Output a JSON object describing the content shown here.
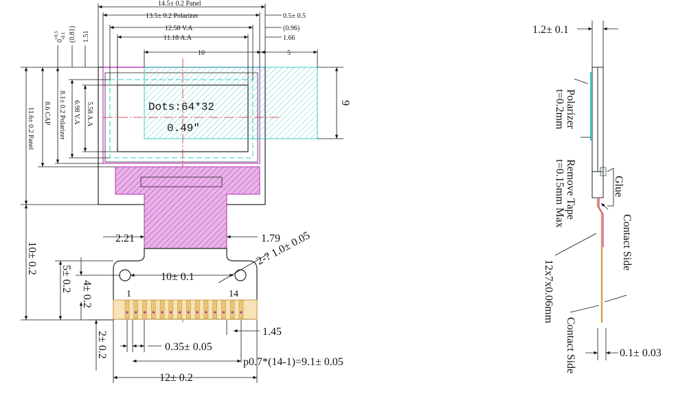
{
  "front_view": {
    "top_dims": {
      "panel": "14.5± 0.2 Panel",
      "polarizer": "13.5± 0.2 Polarizer",
      "va": "12.58 V.A",
      "aa": "11.18 A.A",
      "right_05": "0.5± 0.5",
      "right_096": "(0.96)",
      "right_166": "1.66",
      "ten": "10",
      "five": "5"
    },
    "left_dims": {
      "d151": "1.51",
      "d081": "(0.81)",
      "d0_tol": "0",
      "d0_plus": "+0.5",
      "d0_minus": "-0.1",
      "aa": "5.58 A.A",
      "va": "6.98 V.A",
      "polarizer": "8.1± 0.2 Polarizer",
      "cap": "8.6 CAP",
      "panel": "11.6± 0.2 Panel",
      "ten_fpc": "10± 0.2",
      "five": "5± 0.2",
      "four": "4± 0.2",
      "two": "2± 0.2"
    },
    "screen": {
      "dots": "Dots:64*32",
      "size": "0.49″",
      "nine": "9"
    },
    "fpc": {
      "d221": "2.21",
      "d179": "1.79",
      "hole": "2-? 1.0± 0.05",
      "holes_pitch": "10± 0.1",
      "pin_first": "1",
      "pin_last": "14",
      "d145": "1.45",
      "pin_width": "0.35± 0.05",
      "pitch": "p0.7*(14-1)=9.1± 0.05",
      "width": "12± 0.2"
    }
  },
  "side_view": {
    "thickness": "1.2± 0.1",
    "polarizer": "Polarizer",
    "polarizer_t": "t=0.2mm",
    "remove_tape": "Remove Tape",
    "remove_tape_t": "t=0.15mm Max",
    "fpc_size": "12x7x0.06mm",
    "glue": "Glue",
    "contact_side_1": "Contact Side",
    "contact_side_2": "Contact Side",
    "fpc_thickness": "0.1± 0.03"
  },
  "colors": {
    "outline": "#222222",
    "polarizer": "#cc33cc",
    "active_area": "#33cccc",
    "centerline": "#cc2222",
    "fpc_gold": "#d4a24a"
  }
}
